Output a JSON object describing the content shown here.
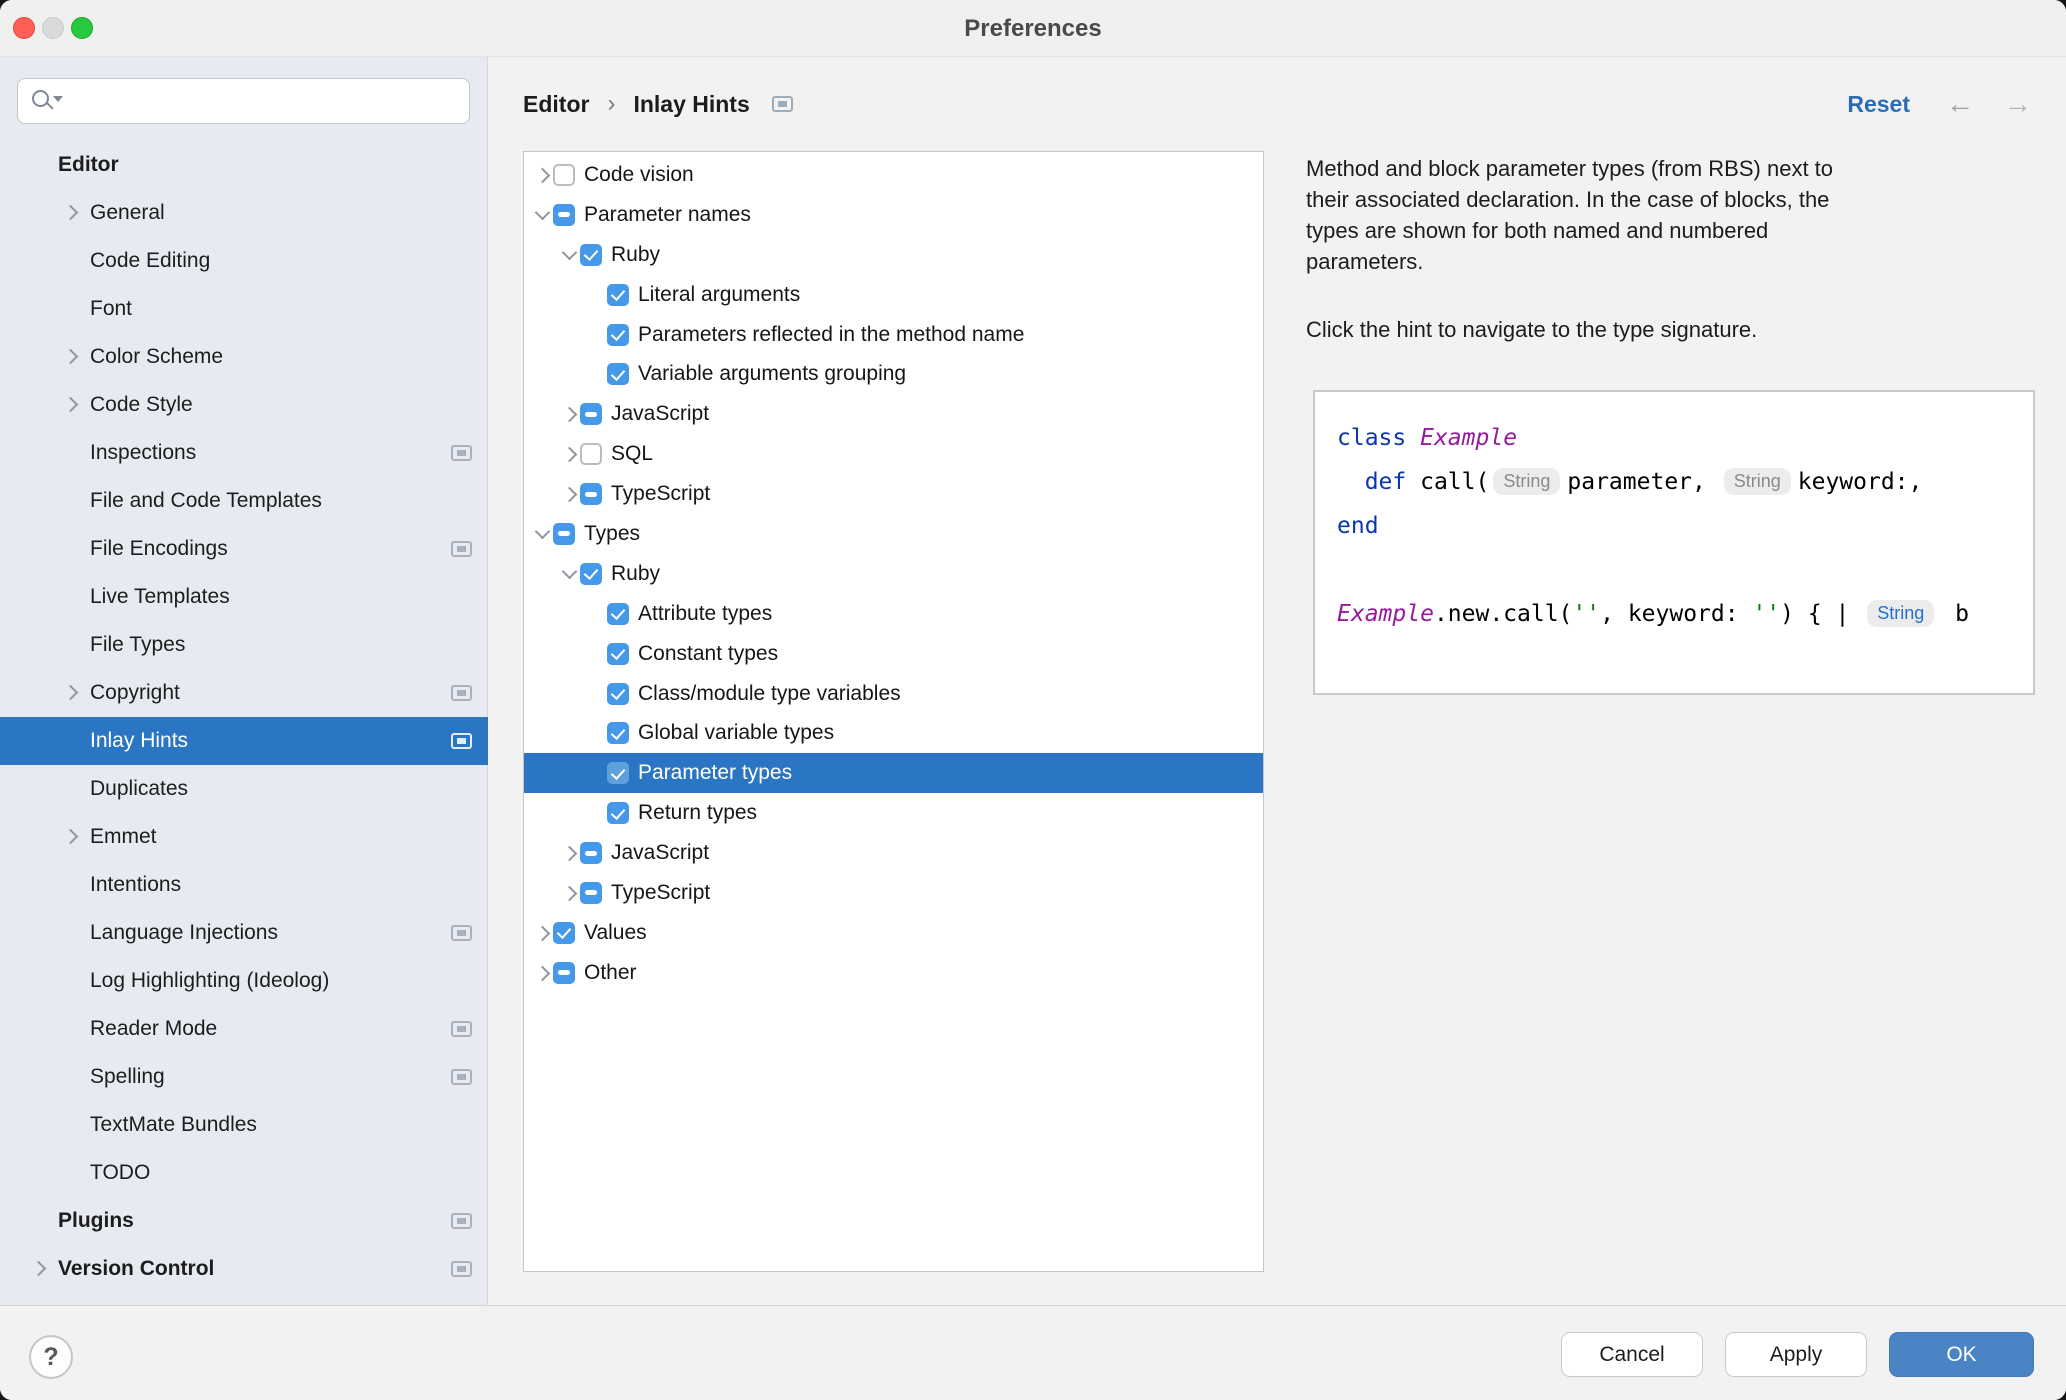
{
  "window": {
    "title": "Preferences"
  },
  "colors": {
    "selection_blue": "#2A76C4",
    "checkbox_blue": "#4699E9",
    "reset_blue": "#2B6CB5",
    "ok_button_blue": "#4B84C4",
    "sidebar_bg": "#E7EBF1",
    "keyword_blue": "#0A36B0",
    "class_purple": "#961A9E",
    "string_green": "#067D17",
    "hint_pill_bg": "#ECECEC",
    "hint_link_blue": "#2470CE"
  },
  "sidebar": {
    "search_placeholder": "",
    "items": [
      {
        "label": "Editor",
        "level": 0,
        "bold": true,
        "chevron": false,
        "icon": false,
        "selected": false
      },
      {
        "label": "General",
        "level": 1,
        "bold": false,
        "chevron": true,
        "icon": false,
        "selected": false
      },
      {
        "label": "Code Editing",
        "level": 1,
        "bold": false,
        "chevron": false,
        "icon": false,
        "selected": false
      },
      {
        "label": "Font",
        "level": 1,
        "bold": false,
        "chevron": false,
        "icon": false,
        "selected": false
      },
      {
        "label": "Color Scheme",
        "level": 1,
        "bold": false,
        "chevron": true,
        "icon": false,
        "selected": false
      },
      {
        "label": "Code Style",
        "level": 1,
        "bold": false,
        "chevron": true,
        "icon": false,
        "selected": false
      },
      {
        "label": "Inspections",
        "level": 1,
        "bold": false,
        "chevron": false,
        "icon": true,
        "selected": false
      },
      {
        "label": "File and Code Templates",
        "level": 1,
        "bold": false,
        "chevron": false,
        "icon": false,
        "selected": false
      },
      {
        "label": "File Encodings",
        "level": 1,
        "bold": false,
        "chevron": false,
        "icon": true,
        "selected": false
      },
      {
        "label": "Live Templates",
        "level": 1,
        "bold": false,
        "chevron": false,
        "icon": false,
        "selected": false
      },
      {
        "label": "File Types",
        "level": 1,
        "bold": false,
        "chevron": false,
        "icon": false,
        "selected": false
      },
      {
        "label": "Copyright",
        "level": 1,
        "bold": false,
        "chevron": true,
        "icon": true,
        "selected": false
      },
      {
        "label": "Inlay Hints",
        "level": 1,
        "bold": false,
        "chevron": false,
        "icon": true,
        "selected": true
      },
      {
        "label": "Duplicates",
        "level": 1,
        "bold": false,
        "chevron": false,
        "icon": false,
        "selected": false
      },
      {
        "label": "Emmet",
        "level": 1,
        "bold": false,
        "chevron": true,
        "icon": false,
        "selected": false
      },
      {
        "label": "Intentions",
        "level": 1,
        "bold": false,
        "chevron": false,
        "icon": false,
        "selected": false
      },
      {
        "label": "Language Injections",
        "level": 1,
        "bold": false,
        "chevron": false,
        "icon": true,
        "selected": false
      },
      {
        "label": "Log Highlighting (Ideolog)",
        "level": 1,
        "bold": false,
        "chevron": false,
        "icon": false,
        "selected": false
      },
      {
        "label": "Reader Mode",
        "level": 1,
        "bold": false,
        "chevron": false,
        "icon": true,
        "selected": false
      },
      {
        "label": "Spelling",
        "level": 1,
        "bold": false,
        "chevron": false,
        "icon": true,
        "selected": false
      },
      {
        "label": "TextMate Bundles",
        "level": 1,
        "bold": false,
        "chevron": false,
        "icon": false,
        "selected": false
      },
      {
        "label": "TODO",
        "level": 1,
        "bold": false,
        "chevron": false,
        "icon": false,
        "selected": false
      },
      {
        "label": "Plugins",
        "level": 0,
        "bold": true,
        "chevron": false,
        "icon": true,
        "selected": false
      },
      {
        "label": "Version Control",
        "level": 0,
        "bold": true,
        "chevron": true,
        "icon": true,
        "selected": false
      }
    ]
  },
  "breadcrumb": {
    "parts": [
      "Editor",
      "Inlay Hints"
    ],
    "separator": "›"
  },
  "toolbar": {
    "reset_label": "Reset",
    "back_icon": "←",
    "forward_icon": "→"
  },
  "tree": {
    "rows": [
      {
        "label": "Code vision",
        "level": 0,
        "chevron": "right",
        "check": "unchecked",
        "selected": false
      },
      {
        "label": "Parameter names",
        "level": 0,
        "chevron": "down",
        "check": "partial",
        "selected": false
      },
      {
        "label": "Ruby",
        "level": 1,
        "chevron": "down",
        "check": "checked",
        "selected": false
      },
      {
        "label": "Literal arguments",
        "level": 2,
        "chevron": "none",
        "check": "checked",
        "selected": false
      },
      {
        "label": "Parameters reflected in the method name",
        "level": 2,
        "chevron": "none",
        "check": "checked",
        "selected": false
      },
      {
        "label": "Variable arguments grouping",
        "level": 2,
        "chevron": "none",
        "check": "checked",
        "selected": false
      },
      {
        "label": "JavaScript",
        "level": 1,
        "chevron": "right",
        "check": "partial",
        "selected": false
      },
      {
        "label": "SQL",
        "level": 1,
        "chevron": "right",
        "check": "unchecked",
        "selected": false
      },
      {
        "label": "TypeScript",
        "level": 1,
        "chevron": "right",
        "check": "partial",
        "selected": false
      },
      {
        "label": "Types",
        "level": 0,
        "chevron": "down",
        "check": "partial",
        "selected": false
      },
      {
        "label": "Ruby",
        "level": 1,
        "chevron": "down",
        "check": "checked",
        "selected": false
      },
      {
        "label": "Attribute types",
        "level": 2,
        "chevron": "none",
        "check": "checked",
        "selected": false
      },
      {
        "label": "Constant types",
        "level": 2,
        "chevron": "none",
        "check": "checked",
        "selected": false
      },
      {
        "label": "Class/module type variables",
        "level": 2,
        "chevron": "none",
        "check": "checked",
        "selected": false
      },
      {
        "label": "Global variable types",
        "level": 2,
        "chevron": "none",
        "check": "checked",
        "selected": false
      },
      {
        "label": "Parameter types",
        "level": 2,
        "chevron": "none",
        "check": "checked",
        "selected": true
      },
      {
        "label": "Return types",
        "level": 2,
        "chevron": "none",
        "check": "checked",
        "selected": false
      },
      {
        "label": "JavaScript",
        "level": 1,
        "chevron": "right",
        "check": "partial",
        "selected": false
      },
      {
        "label": "TypeScript",
        "level": 1,
        "chevron": "right",
        "check": "partial",
        "selected": false
      },
      {
        "label": "Values",
        "level": 0,
        "chevron": "right",
        "check": "checked",
        "selected": false
      },
      {
        "label": "Other",
        "level": 0,
        "chevron": "right",
        "check": "partial",
        "selected": false
      }
    ]
  },
  "description": {
    "paragraph1": "Method and block parameter types (from RBS) next to\ntheir associated declaration. In the case of blocks, the\ntypes are shown for both named and numbered\nparameters.",
    "paragraph2": "Click the hint to navigate to the type signature."
  },
  "code_example": {
    "lines": [
      [
        {
          "t": "class",
          "s": "kw"
        },
        {
          "t": " "
        },
        {
          "t": "Example",
          "s": "cls"
        }
      ],
      [
        {
          "t": "  "
        },
        {
          "t": "def",
          "s": "kw"
        },
        {
          "t": " "
        },
        {
          "t": "call("
        },
        {
          "t": "String",
          "s": "hint"
        },
        {
          "t": "parameter, "
        },
        {
          "t": "String",
          "s": "hint"
        },
        {
          "t": "keyword:,"
        }
      ],
      [
        {
          "t": "end",
          "s": "kw"
        }
      ],
      [],
      [
        {
          "t": "Example",
          "s": "cls"
        },
        {
          "t": ".new.call("
        },
        {
          "t": "''",
          "s": "str"
        },
        {
          "t": ", keyword: "
        },
        {
          "t": "''",
          "s": "str"
        },
        {
          "t": ") { | "
        },
        {
          "t": "String",
          "s": "hintblue"
        },
        {
          "t": " b"
        }
      ]
    ]
  },
  "footer": {
    "help_label": "?",
    "cancel_label": "Cancel",
    "apply_label": "Apply",
    "ok_label": "OK"
  }
}
